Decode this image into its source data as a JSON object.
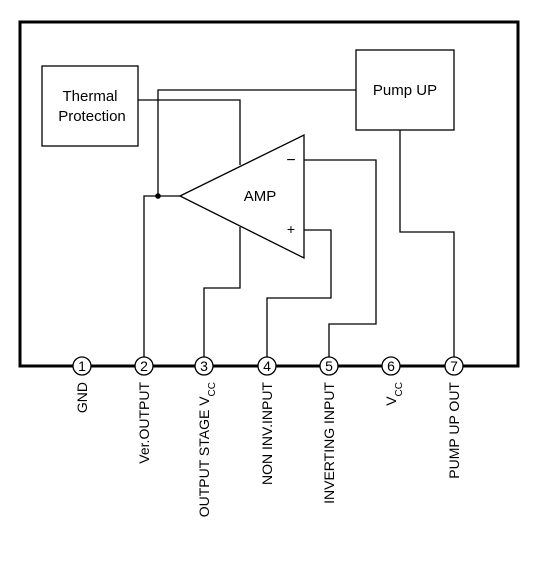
{
  "blocks": {
    "thermal_line1": "Thermal",
    "thermal_line2": "Protection",
    "pump": "Pump UP",
    "amp": "AMP",
    "amp_minus": "−",
    "amp_plus": "+"
  },
  "pins": [
    {
      "number": "1",
      "label": "GND"
    },
    {
      "number": "2",
      "label": "Ver.OUTPUT"
    },
    {
      "number": "3",
      "label": "OUTPUT STAGE V",
      "sub": "CC"
    },
    {
      "number": "4",
      "label": "NON INV.INPUT"
    },
    {
      "number": "5",
      "label": "INVERTING INPUT"
    },
    {
      "number": "6",
      "label": "V",
      "sub": "CC"
    },
    {
      "number": "7",
      "label": "PUMP UP OUT"
    }
  ]
}
